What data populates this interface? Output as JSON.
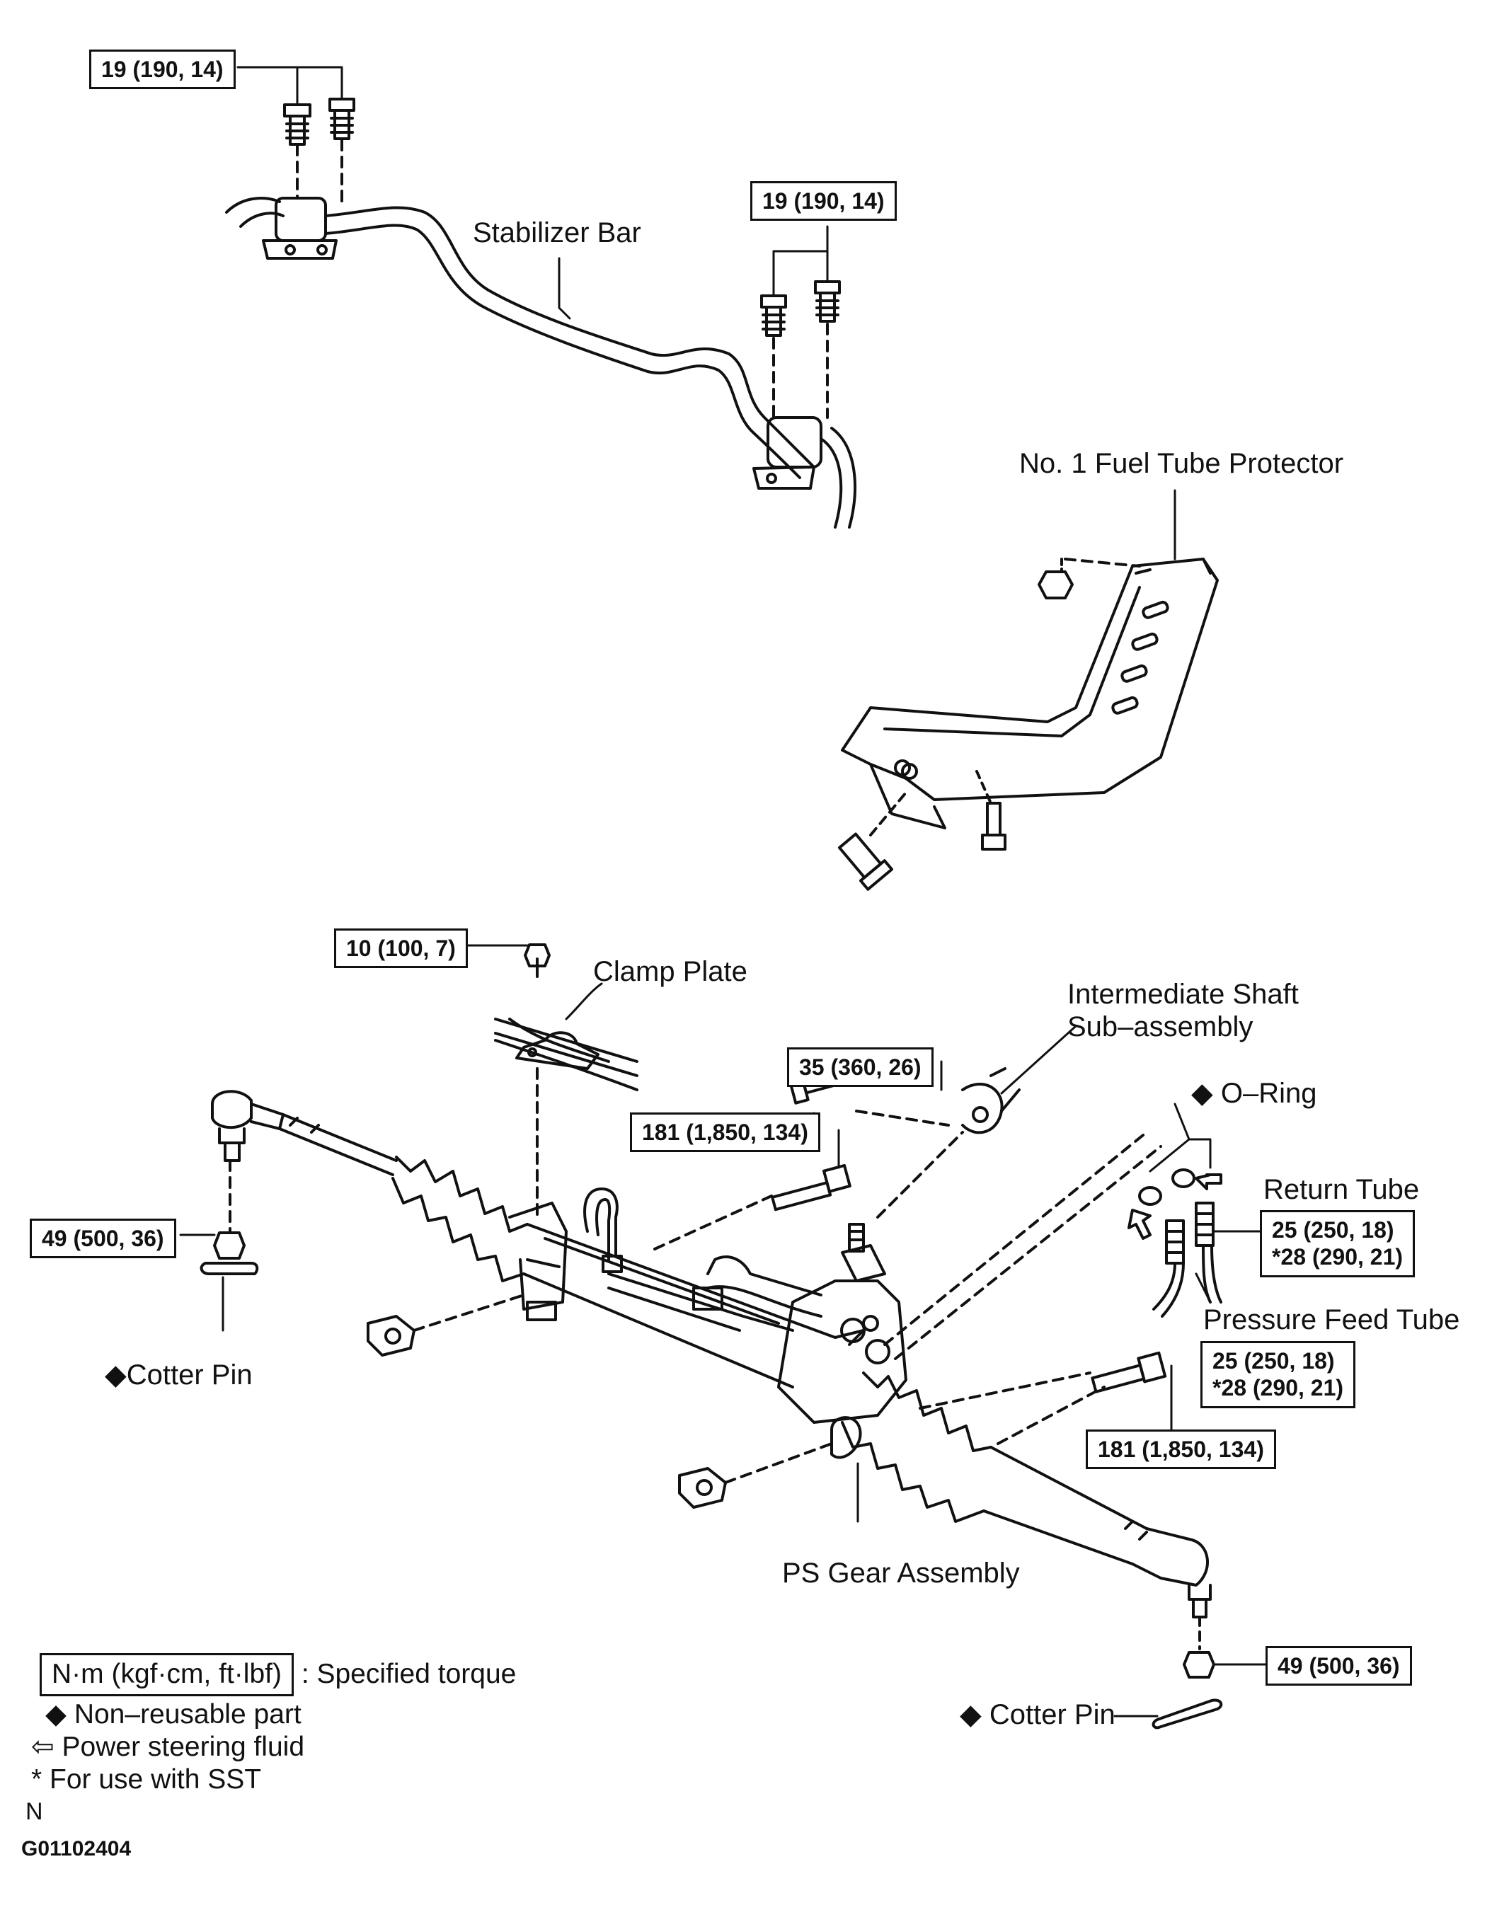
{
  "labels": {
    "stabilizer_bar": "Stabilizer Bar",
    "fuel_tube_protector": "No. 1 Fuel Tube Protector",
    "clamp_plate": "Clamp Plate",
    "intermediate_shaft_l1": "Intermediate Shaft",
    "intermediate_shaft_l2": "Sub–assembly",
    "o_ring": "◆ O–Ring",
    "return_tube": "Return Tube",
    "pressure_feed_tube": "Pressure Feed Tube",
    "cotter_pin_left": "◆Cotter Pin",
    "cotter_pin_right": "◆ Cotter Pin",
    "ps_gear_assembly": "PS Gear Assembly"
  },
  "torques": {
    "stab_left": "19 (190, 14)",
    "stab_right": "19 (190, 14)",
    "clamp": "10 (100, 7)",
    "shaft_bolt": "35 (360, 26)",
    "gear_bolt_upper": "181 (1,850, 134)",
    "gear_bolt_lower": "181 (1,850, 134)",
    "tie_rod_left": "49 (500, 36)",
    "tie_rod_right": "49 (500, 36)",
    "return_tube_l1": "25 (250, 18)",
    "return_tube_l2": "*28 (290, 21)",
    "pressure_tube_l1": "25 (250, 18)",
    "pressure_tube_l2": "*28 (290, 21)"
  },
  "legend": {
    "unit_box": "N·m (kgf·cm, ft·lbf)",
    "unit_desc": ": Specified torque",
    "non_reusable": "◆ Non–reusable part",
    "ps_fluid": "⇦ Power steering fluid",
    "sst": " *  For use with SST",
    "n_mark": "N"
  },
  "figure_code": "G01102404"
}
